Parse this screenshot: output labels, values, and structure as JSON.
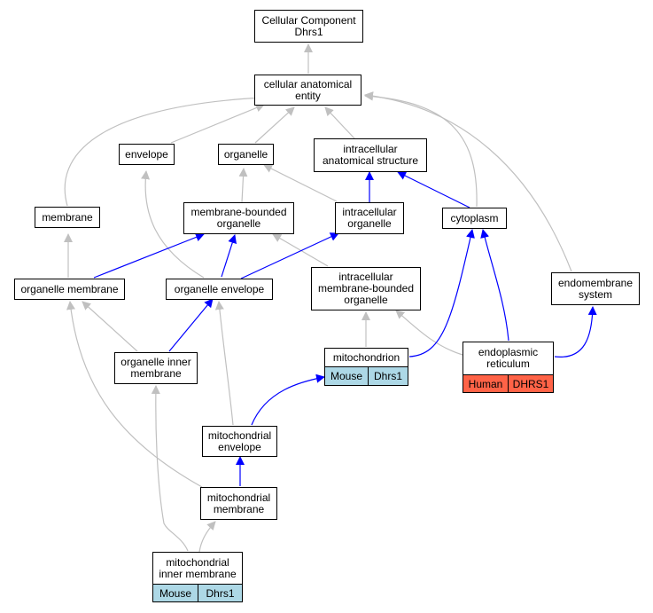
{
  "nodes": {
    "root": [
      "Cellular Component",
      "Dhrs1"
    ],
    "cae": [
      "cellular anatomical",
      "entity"
    ],
    "envelope": [
      "envelope"
    ],
    "organelle": [
      "organelle"
    ],
    "ias": [
      "intracellular",
      "anatomical structure"
    ],
    "membrane": [
      "membrane"
    ],
    "mbo": [
      "membrane-bounded",
      "organelle"
    ],
    "io": [
      "intracellular",
      "organelle"
    ],
    "cytoplasm": [
      "cytoplasm"
    ],
    "om": [
      "organelle membrane"
    ],
    "oe": [
      "organelle envelope"
    ],
    "imbo": [
      "intracellular",
      "membrane-bounded",
      "organelle"
    ],
    "endo": [
      "endomembrane",
      "system"
    ],
    "oim": [
      "organelle inner",
      "membrane"
    ],
    "mito": [
      "mitochondrion"
    ],
    "er": [
      "endoplasmic",
      "reticulum"
    ],
    "me": [
      "mitochondrial",
      "envelope"
    ],
    "mm": [
      "mitochondrial",
      "membrane"
    ],
    "mim": [
      "mitochondrial",
      "inner membrane"
    ]
  },
  "annotations": {
    "mito": [
      "Mouse",
      "Dhrs1"
    ],
    "er": [
      "Human",
      "DHRS1"
    ],
    "mim": [
      "Mouse",
      "Dhrs1"
    ]
  },
  "colors": {
    "edge_gray": "#c0c0c0",
    "edge_blue": "#0000ff",
    "mouse": "#add8e6",
    "human": "#ff6347"
  }
}
